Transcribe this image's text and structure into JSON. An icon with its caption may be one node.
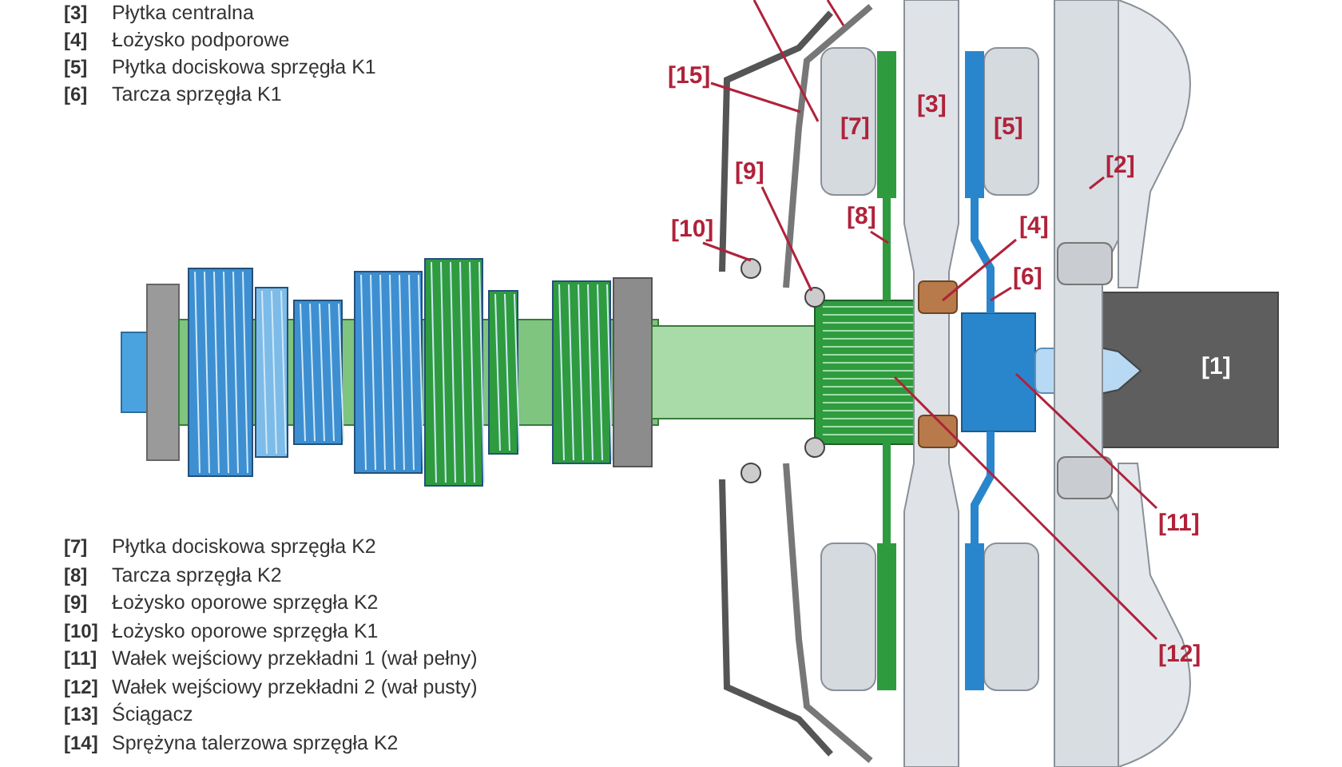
{
  "diagram": {
    "nodes": [
      {
        "text": [
          "[15]"
        ]
      },
      {
        "text": [
          "[2]"
        ]
      },
      {
        "text": [
          "[9]"
        ]
      },
      {
        "text": [
          "[8]"
        ]
      },
      {
        "text": [
          "[4]"
        ]
      },
      {
        "text": [
          "[10]"
        ]
      },
      {
        "text": [
          "[6]"
        ]
      },
      {
        "text": [
          "[11]"
        ]
      },
      {
        "text": [
          "[12]"
        ]
      }
    ],
    "edges": [
      {
        "from": 0,
        "to": null,
        "arrow": "none"
      },
      {
        "from": 1,
        "to": null,
        "arrow": "none"
      },
      {
        "from": 2,
        "to": null,
        "arrow": "none"
      },
      {
        "from": 3,
        "to": null,
        "arrow": "none"
      },
      {
        "from": 4,
        "to": null,
        "arrow": "none"
      },
      {
        "from": 5,
        "to": null,
        "arrow": "none"
      },
      {
        "from": 6,
        "to": null,
        "arrow": "none"
      },
      {
        "from": 7,
        "to": null,
        "arrow": "none"
      },
      {
        "from": 8,
        "to": null,
        "arrow": "none"
      }
    ],
    "labels": [
      "[3]",
      "Płytka centralna",
      "[4]",
      "Łożysko podporowe",
      "[5]",
      "Płytka dociskowa sprzęgła K1",
      "[6]",
      "Tarcza sprzęgła K1",
      "[3]",
      "[7]",
      "[5]",
      "[1]",
      "[7]",
      "Płytka dociskowa sprzęgła K2",
      "[8]",
      "Tarcza sprzęgła K2",
      "[9]",
      "Łożysko oporowe sprzęgła K2",
      "[10]",
      "Łożysko oporowe sprzęgła K1",
      "[11]",
      "Wałek wejściowy przekładni 1 (wał pełny)",
      "[12]",
      "Wałek wejściowy przekładni 2 (wał pusty)",
      "[13]",
      "Ściągacz",
      "[14]",
      "Sprężyna talerzowa sprzęgła K2"
    ]
  }
}
